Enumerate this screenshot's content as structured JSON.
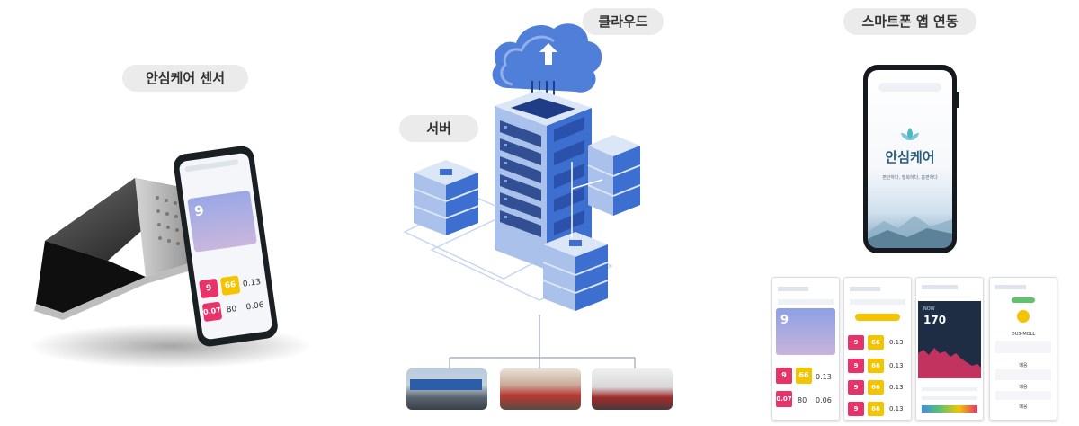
{
  "labels": {
    "sensor": "안심케어 센서",
    "cloud": "클라우드",
    "server": "서버",
    "app": "스마트폰 앱 연동"
  },
  "app_splash": {
    "brand": "안심케어",
    "tagline": "편안하다, 행복하다, 홈편하다"
  },
  "sensor_app": {
    "temp": "9",
    "values": [
      "9",
      "66",
      "0.13",
      "0.07",
      "80",
      "0.06"
    ]
  },
  "screens": [
    {
      "temp": "9",
      "values": [
        "9",
        "66",
        "0.13",
        "0.07",
        "80",
        "0.06"
      ]
    },
    {
      "values": [
        "9",
        "66",
        "0.13",
        "9",
        "66",
        "0.13",
        "9",
        "66",
        "0.13",
        "9",
        "66",
        "0.13"
      ]
    },
    {
      "label": "NOW",
      "value": "170"
    },
    {
      "items": [
        "DUS-MOLL",
        "대응",
        "대응",
        "대응"
      ]
    }
  ],
  "colors": {
    "server_blue": "#3d6fd1",
    "server_light": "#dbe6f7",
    "cloud": "#4f7fd8",
    "tile_pink": "#e8336a",
    "tile_yellow": "#f5c400"
  }
}
